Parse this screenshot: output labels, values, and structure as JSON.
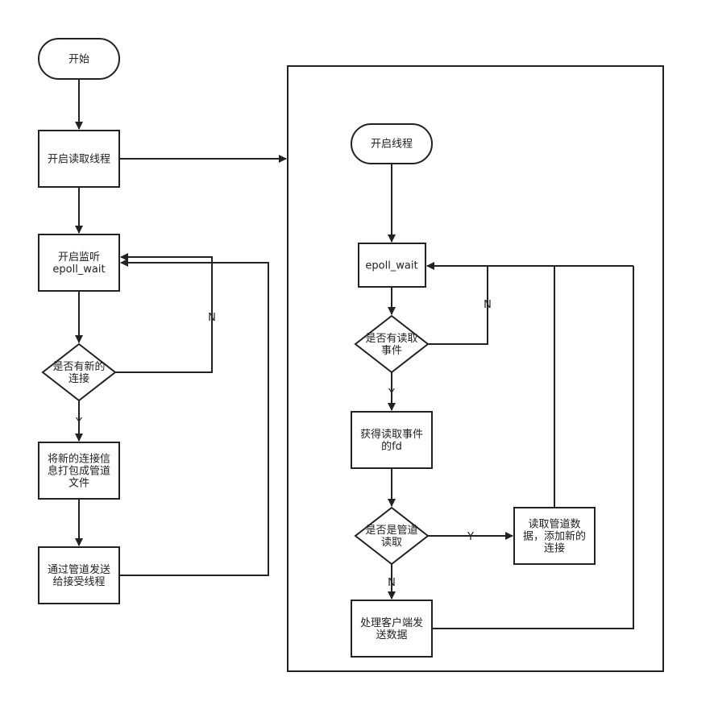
{
  "colors": {
    "stroke": "#222222",
    "fill": "#ffffff",
    "background": "#ffffff"
  },
  "nodes": {
    "start": [
      "开始"
    ],
    "start_read_thread": [
      "开启读取线程"
    ],
    "start_listen": [
      "开启监听",
      "epoll_wait"
    ],
    "has_new_conn": [
      "是否有新的",
      "连接"
    ],
    "pack_info": [
      "将新的连接信",
      "息打包成管道",
      "文件"
    ],
    "send_via_pipe": [
      "通过管道发送",
      "给接受线程"
    ],
    "thread_start": [
      "开启线程"
    ],
    "epoll_wait_2": [
      "epoll_wait"
    ],
    "has_read_event": [
      "是否有读取",
      "事件"
    ],
    "get_fd": [
      "获得读取事件",
      "的fd"
    ],
    "is_pipe_read": [
      "是否是管道",
      "读取"
    ],
    "read_pipe_data": [
      "读取管道数",
      "据，添加新的",
      "连接"
    ],
    "handle_client": [
      "处理客户端发",
      "送数据"
    ]
  },
  "edge_labels": {
    "new_conn_no": "N",
    "new_conn_yes": "Y",
    "read_event_no": "N",
    "read_event_yes": "Y",
    "pipe_yes": "Y",
    "pipe_no": "N"
  }
}
